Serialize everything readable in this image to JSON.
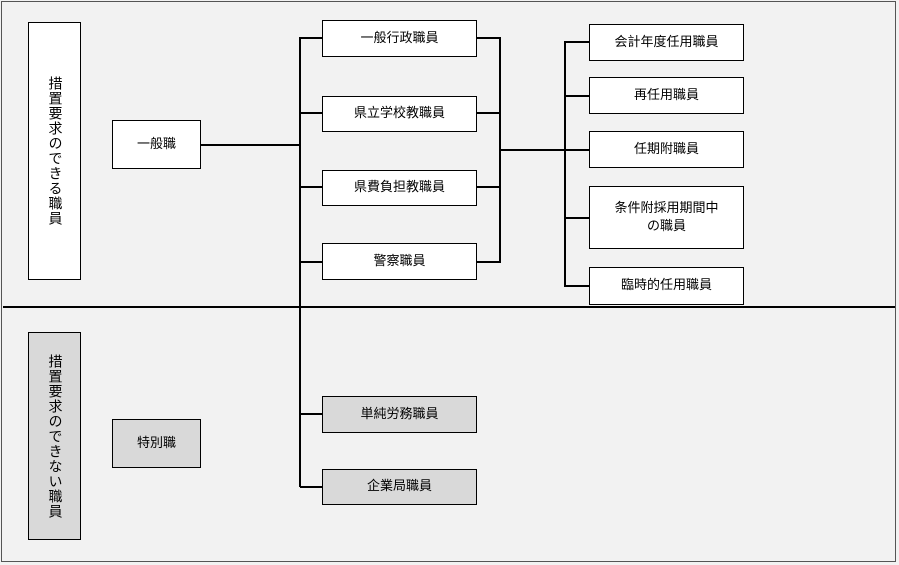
{
  "left_labels": {
    "top": "措置要求のできる職員",
    "bottom": "措置要求のできない職員"
  },
  "categories": {
    "general": "一般職",
    "special": "特別職"
  },
  "middle_boxes": [
    "一般行政職員",
    "県立学校教職員",
    "県費負担教職員",
    "警察職員"
  ],
  "right_boxes": [
    "会計年度任用職員",
    "再任用職員",
    "任期附職員",
    "条件附採用期間中の職員",
    "臨時的任用職員"
  ],
  "bottom_boxes": [
    "単純労務職員",
    "企業局職員"
  ],
  "colors": {
    "white_box": "#ffffff",
    "grey_box": "#d9d9d9",
    "line": "#000000"
  }
}
